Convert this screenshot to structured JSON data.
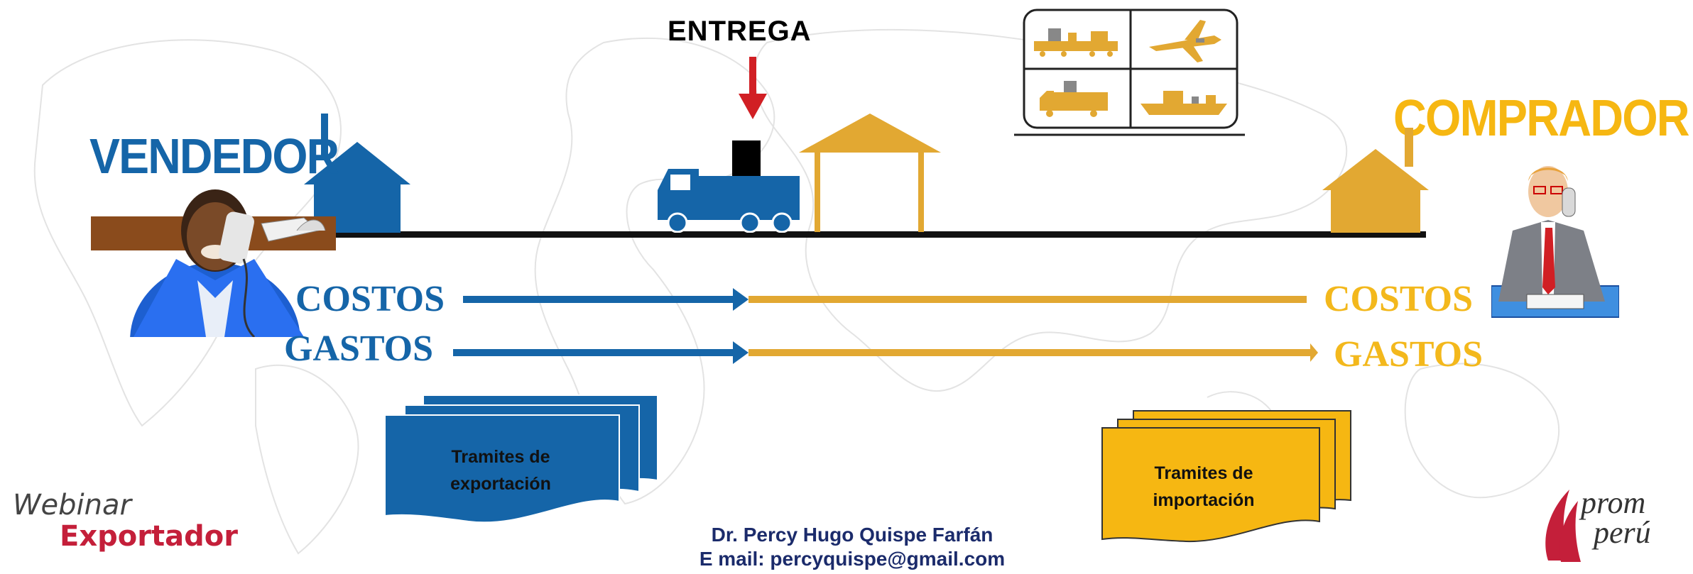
{
  "seller_label": "VENDEDOR",
  "buyer_label": "COMPRADOR",
  "delivery_label": "ENTREGA",
  "left_rows": [
    "COSTOS",
    "GASTOS"
  ],
  "right_rows": [
    "COSTOS",
    "GASTOS"
  ],
  "export_docs": [
    "Tramites de",
    "exportación"
  ],
  "import_docs": [
    "Tramites de",
    "importación"
  ],
  "webinar": {
    "line1": "Webinar",
    "line2": "Exportador"
  },
  "promperu": {
    "line1": "prom",
    "line2": "perú"
  },
  "footer": {
    "name": "Dr. Percy Hugo Quispe Farfán",
    "email": "E mail: percyquispe@gmail.com"
  },
  "colors": {
    "blue": "#1565a8",
    "gold": "#e2a832",
    "yellow": "#f6b712",
    "red": "#d11f24"
  }
}
